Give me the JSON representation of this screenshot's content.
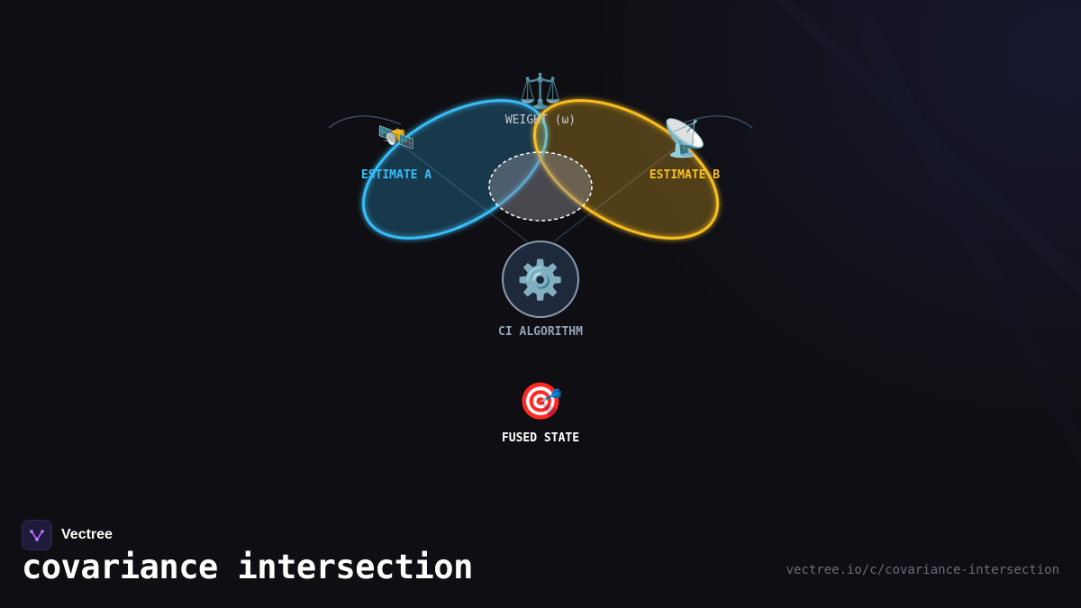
{
  "diagram": {
    "estimate_a": {
      "label": "ESTIMATE A",
      "icon": "satellite-icon",
      "glyph": "🛰️",
      "color": "#38bdf8"
    },
    "estimate_b": {
      "label": "ESTIMATE B",
      "icon": "satellite-dish-icon",
      "glyph": "📡",
      "color": "#fbbf24"
    },
    "weight": {
      "label": "WEIGHT (ω)",
      "icon": "balance-scale-icon",
      "glyph": "⚖️",
      "color": "#c7c9d3"
    },
    "algorithm": {
      "label": "CI ALGORITHM",
      "icon": "gear-icon",
      "glyph": "⚙️",
      "color": "#94a3b8"
    },
    "fused": {
      "label": "FUSED STATE",
      "icon": "target-icon",
      "glyph": "🎯",
      "color": "#ffffff"
    }
  },
  "footer": {
    "brand_name": "Vectree",
    "brand_icon": "vectree-logo-icon",
    "title": "covariance intersection",
    "url": "vectree.io/c/covariance-intersection"
  }
}
